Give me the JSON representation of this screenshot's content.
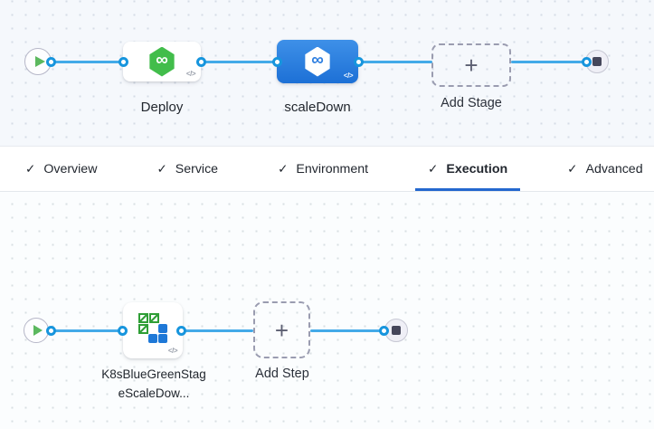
{
  "pipeline_graph": {
    "stages": [
      {
        "name": "Deploy",
        "selected": false
      },
      {
        "name": "scaleDown",
        "selected": true
      }
    ],
    "add_stage_label": "Add Stage"
  },
  "tabs": {
    "items": [
      {
        "label": "Overview",
        "checked": true,
        "active": false
      },
      {
        "label": "Service",
        "checked": true,
        "active": false
      },
      {
        "label": "Environment",
        "checked": true,
        "active": false
      },
      {
        "label": "Execution",
        "checked": true,
        "active": true
      },
      {
        "label": "Advanced",
        "checked": true,
        "active": false
      }
    ]
  },
  "execution_graph": {
    "steps": [
      {
        "name": "K8sBlueGreenStageScaleDow..."
      }
    ],
    "add_step_label": "Add Step"
  },
  "icons": {
    "check": "✓",
    "plus": "+",
    "infinity": "∞",
    "code": "</>"
  },
  "colors": {
    "connector_line": "#43aae8",
    "connector_ring": "#1795dd",
    "sel_top": "#3e90e8",
    "sel_bottom": "#1d70d6",
    "cd_green": "#42bd4b",
    "k8s_blue": "#1e78d7",
    "k8s_green": "#2f9e36",
    "tab_underline": "#2468ce",
    "play_green": "#5cb85f"
  }
}
